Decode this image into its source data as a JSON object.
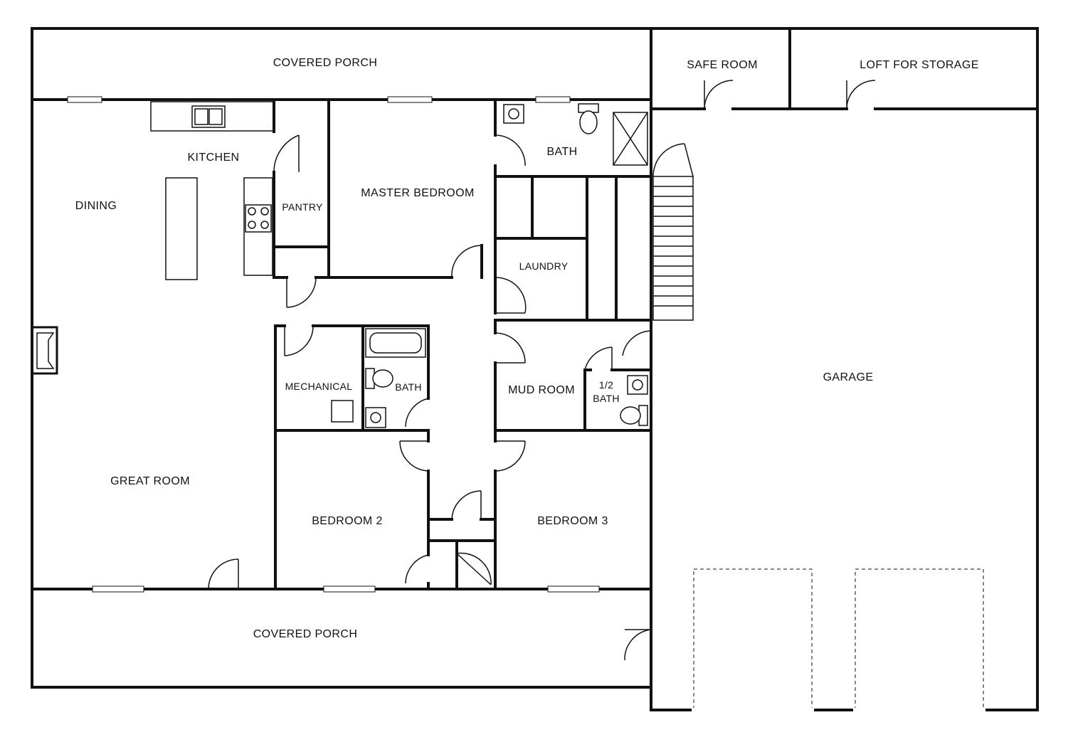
{
  "floor_plan": {
    "rooms": {
      "covered_porch_top": "COVERED PORCH",
      "safe_room": "SAFE ROOM",
      "loft": "LOFT FOR STORAGE",
      "kitchen": "KITCHEN",
      "dining": "DINING",
      "pantry": "PANTRY",
      "master_bedroom": "MASTER BEDROOM",
      "master_bath": "BATH",
      "laundry": "LAUNDRY",
      "garage": "GARAGE",
      "mechanical": "MECHANICAL",
      "hall_bath": "BATH",
      "mud_room": "MUD ROOM",
      "half_bath_line1": "1/2",
      "half_bath_line2": "BATH",
      "great_room": "GREAT ROOM",
      "bedroom_2": "BEDROOM 2",
      "bedroom_3": "BEDROOM 3",
      "covered_porch_bottom": "COVERED PORCH"
    }
  }
}
